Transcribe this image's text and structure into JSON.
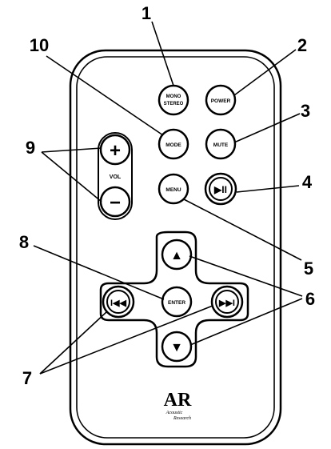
{
  "diagram": {
    "buttons": {
      "mono_stereo_line1": "MONO",
      "mono_stereo_line2": "STEREO",
      "power": "POWER",
      "mode": "MODE",
      "mute": "MUTE",
      "vol_plus": "+",
      "vol_label": "VOL",
      "vol_minus": "−",
      "menu": "MENU",
      "play_pause": "▶II",
      "enter": "ENTER",
      "up": "▲",
      "down": "▼",
      "prev": "I◀◀",
      "next": "▶▶I"
    },
    "logo": {
      "mark": "AR",
      "tagline_line1": "Acoustic",
      "tagline_line2": "Research"
    },
    "callouts": [
      "1",
      "2",
      "3",
      "4",
      "5",
      "6",
      "7",
      "8",
      "9",
      "10"
    ]
  }
}
